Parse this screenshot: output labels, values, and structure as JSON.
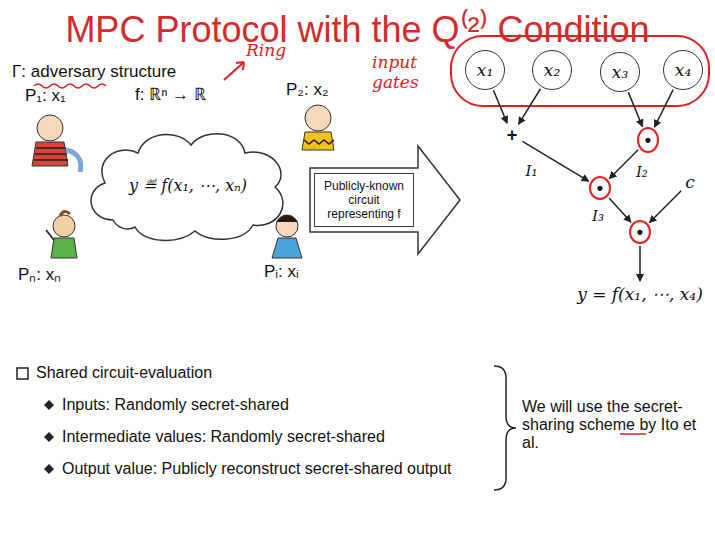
{
  "diagram": {
    "title": "MPC Protocol with the Q⁽²⁾ Condition",
    "nodes": [
      {
        "text": [
          "y ≝ f(x₁, ⋯, xₙ)"
        ]
      },
      {
        "text": [
          "Publicly-known circuit representing f"
        ]
      },
      {
        "text": [
          "x₁"
        ]
      },
      {
        "text": [
          "x₂"
        ]
      },
      {
        "text": [
          "x₃"
        ]
      },
      {
        "text": [
          "x₄"
        ]
      },
      {
        "text": [
          "+"
        ]
      },
      {
        "text": [
          "•"
        ]
      },
      {
        "text": [
          "•"
        ]
      },
      {
        "text": [
          "c"
        ]
      },
      {
        "text": [
          "•"
        ]
      },
      {
        "text": [
          "y = f(x₁, ⋯, x₄)"
        ]
      }
    ],
    "edges": [
      {
        "from": 2,
        "to": 6,
        "arrow": "to"
      },
      {
        "from": 3,
        "to": 6,
        "arrow": "to"
      },
      {
        "from": 4,
        "to": 7,
        "arrow": "to"
      },
      {
        "from": 5,
        "to": 7,
        "arrow": "to"
      },
      {
        "from": 6,
        "to": 8,
        "label": "I₁",
        "arrow": "to"
      },
      {
        "from": 7,
        "to": 8,
        "label": "I₂",
        "arrow": "to"
      },
      {
        "from": 8,
        "to": 10,
        "label": "I₃",
        "arrow": "to"
      },
      {
        "from": 9,
        "to": 10,
        "arrow": "to"
      },
      {
        "from": 10,
        "to": 11,
        "arrow": "to"
      }
    ],
    "labels": [
      "Γ: adversary structure",
      "P₁: x₁",
      "f: ℝⁿ → ℝ",
      "Ring",
      "P₂: x₂",
      "Pₙ: xₙ",
      "Pᵢ: xᵢ",
      "input gates",
      "Shared circuit-evaluation",
      "Inputs: Randomly secret-shared",
      "Intermediate values: Randomly secret-shared",
      "Output value: Publicly reconstruct secret-shared output",
      "We will use the secret-sharing scheme by Ito et al."
    ]
  }
}
